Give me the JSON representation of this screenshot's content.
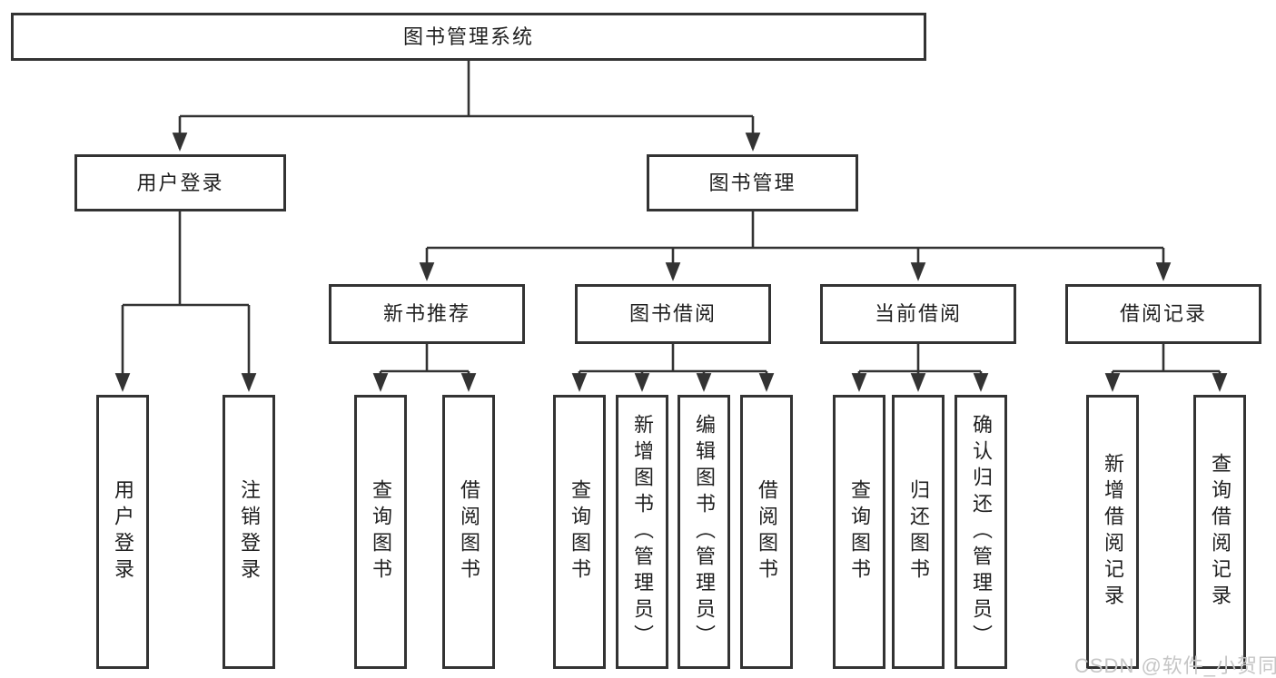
{
  "diagram": {
    "title": "图书管理系统",
    "tree": {
      "root": {
        "label": "图书管理系统",
        "children": [
          {
            "label": "用户登录",
            "children": [
              {
                "label": "用户登录"
              },
              {
                "label": "注销登录"
              }
            ]
          },
          {
            "label": "图书管理",
            "children": [
              {
                "label": "新书推荐",
                "children": [
                  {
                    "label": "查询图书"
                  },
                  {
                    "label": "借阅图书"
                  }
                ]
              },
              {
                "label": "图书借阅",
                "children": [
                  {
                    "label": "查询图书"
                  },
                  {
                    "label": "新增图书（管理员）"
                  },
                  {
                    "label": "编辑图书（管理员）"
                  },
                  {
                    "label": "借阅图书"
                  }
                ]
              },
              {
                "label": "当前借阅",
                "children": [
                  {
                    "label": "查询图书"
                  },
                  {
                    "label": "归还图书"
                  },
                  {
                    "label": "确认归还（管理员）"
                  }
                ]
              },
              {
                "label": "借阅记录",
                "children": [
                  {
                    "label": "新增借阅记录"
                  },
                  {
                    "label": "查询借阅记录"
                  }
                ]
              }
            ]
          }
        ]
      }
    },
    "colors": {
      "line": "#333333",
      "box_border": "#333333",
      "text": "#1f1f1f",
      "background": "#ffffff",
      "watermark": "#c6c6c6"
    }
  },
  "watermark": {
    "text": "CSDN @软件_小贺同学"
  }
}
